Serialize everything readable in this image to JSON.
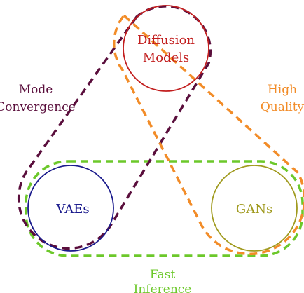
{
  "nodes": {
    "diffusion": {
      "line1": "Diffusion",
      "line2": "Models",
      "color": "#c21e1e"
    },
    "vaes": {
      "label": "VAEs",
      "color": "#1a1a8c"
    },
    "gans": {
      "label": "GANs",
      "color": "#a09a1e"
    }
  },
  "pairs": {
    "mode_convergence": {
      "line1": "Mode",
      "line2": "Convergence",
      "color": "#5a0e3c"
    },
    "high_quality": {
      "line1": "High",
      "line2": "Quality",
      "color": "#f28c28"
    },
    "fast_inference": {
      "line1": "Fast",
      "line2": "Inference",
      "color": "#6cc82a"
    }
  }
}
